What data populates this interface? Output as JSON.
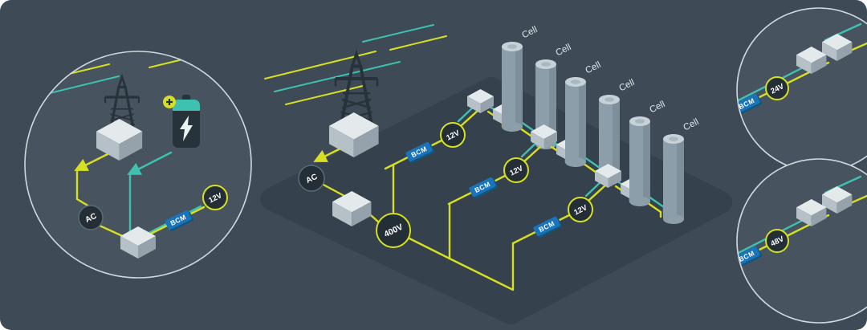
{
  "diagram": {
    "left_inset": {
      "ac_label": "AC",
      "bcm_label": "BCM",
      "voltage_label": "12V"
    },
    "main": {
      "ac_label": "AC",
      "bus_voltage_label": "400V",
      "branches": [
        {
          "bcm_label": "BCM",
          "voltage_label": "12V"
        },
        {
          "bcm_label": "BCM",
          "voltage_label": "12V"
        },
        {
          "bcm_label": "BCM",
          "voltage_label": "12V"
        }
      ],
      "cells": [
        "Cell",
        "Cell",
        "Cell",
        "Cell",
        "Cell",
        "Cell"
      ]
    },
    "top_right_inset": {
      "bcm_label": "BCM",
      "voltage_label": "24V"
    },
    "bottom_right_inset": {
      "bcm_label": "BCM",
      "voltage_label": "48V"
    },
    "colors": {
      "background": "#3e4a55",
      "platform": "#35414c",
      "inset_background": "#47545f",
      "inset_border": "#cfd8dd",
      "wire_yellow": "#d7df23",
      "wire_cyan": "#3fc1b0",
      "node_fill": "#232e36",
      "bcm_blue": "#1a74bc",
      "module_gray": "#e4e9ec",
      "cell_gray": "#8c9ea9",
      "text": "#ffffff"
    }
  }
}
